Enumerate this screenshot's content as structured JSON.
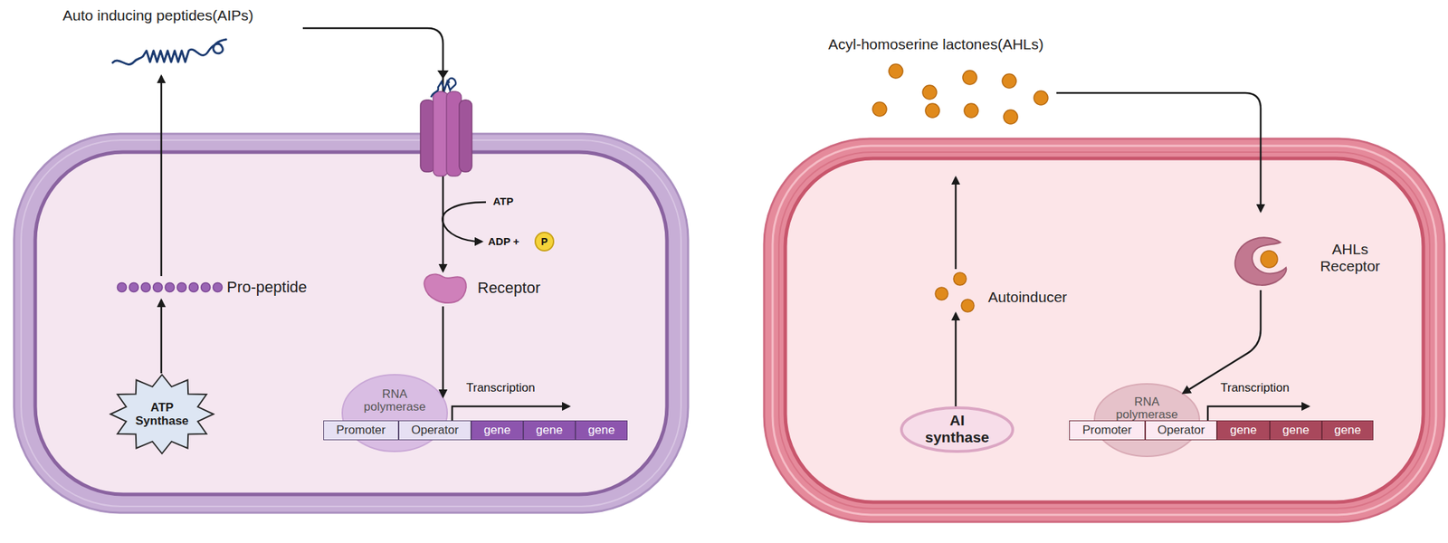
{
  "diagram": {
    "nodes": [
      {
        "text": [
          "Auto inducing peptides(AIPs)"
        ]
      },
      {
        "text": [
          "Pro-peptide"
        ]
      },
      {
        "text": [
          "ATP Synthase"
        ]
      },
      {
        "text": [
          "Receptor"
        ]
      },
      {
        "text": [
          "RNA polymerase"
        ]
      },
      {
        "text": [
          "Promoter"
        ]
      },
      {
        "text": [
          "Operator"
        ]
      },
      {
        "text": [
          "gene"
        ]
      },
      {
        "text": [
          "gene"
        ]
      },
      {
        "text": [
          "gene"
        ]
      },
      {
        "text": [
          "Acyl-homoserine lactones(AHLs)"
        ]
      },
      {
        "text": [
          "Autoinducer"
        ]
      },
      {
        "text": [
          "AI synthase"
        ]
      },
      {
        "text": [
          "AHLs Receptor"
        ]
      },
      {
        "text": [
          "RNA polymerase"
        ]
      },
      {
        "text": [
          "Promoter"
        ]
      },
      {
        "text": [
          "Operator"
        ]
      },
      {
        "text": [
          "gene"
        ]
      },
      {
        "text": [
          "gene"
        ]
      },
      {
        "text": [
          "gene"
        ]
      }
    ],
    "edges": [
      {
        "from": 2,
        "to": 1,
        "arrow": "to"
      },
      {
        "from": 1,
        "to": 0,
        "arrow": "to"
      },
      {
        "from": 0,
        "to": 3,
        "arrow": "to"
      },
      {
        "from": 3,
        "to": 4,
        "arrow": "to"
      },
      {
        "from": 12,
        "to": 11,
        "arrow": "to"
      },
      {
        "from": 10,
        "to": 13,
        "arrow": "to"
      },
      {
        "from": 13,
        "to": 14,
        "arrow": "to"
      }
    ],
    "labels": [
      "ATP",
      "ADP +",
      "P",
      "Transcription",
      "Transcription"
    ]
  }
}
